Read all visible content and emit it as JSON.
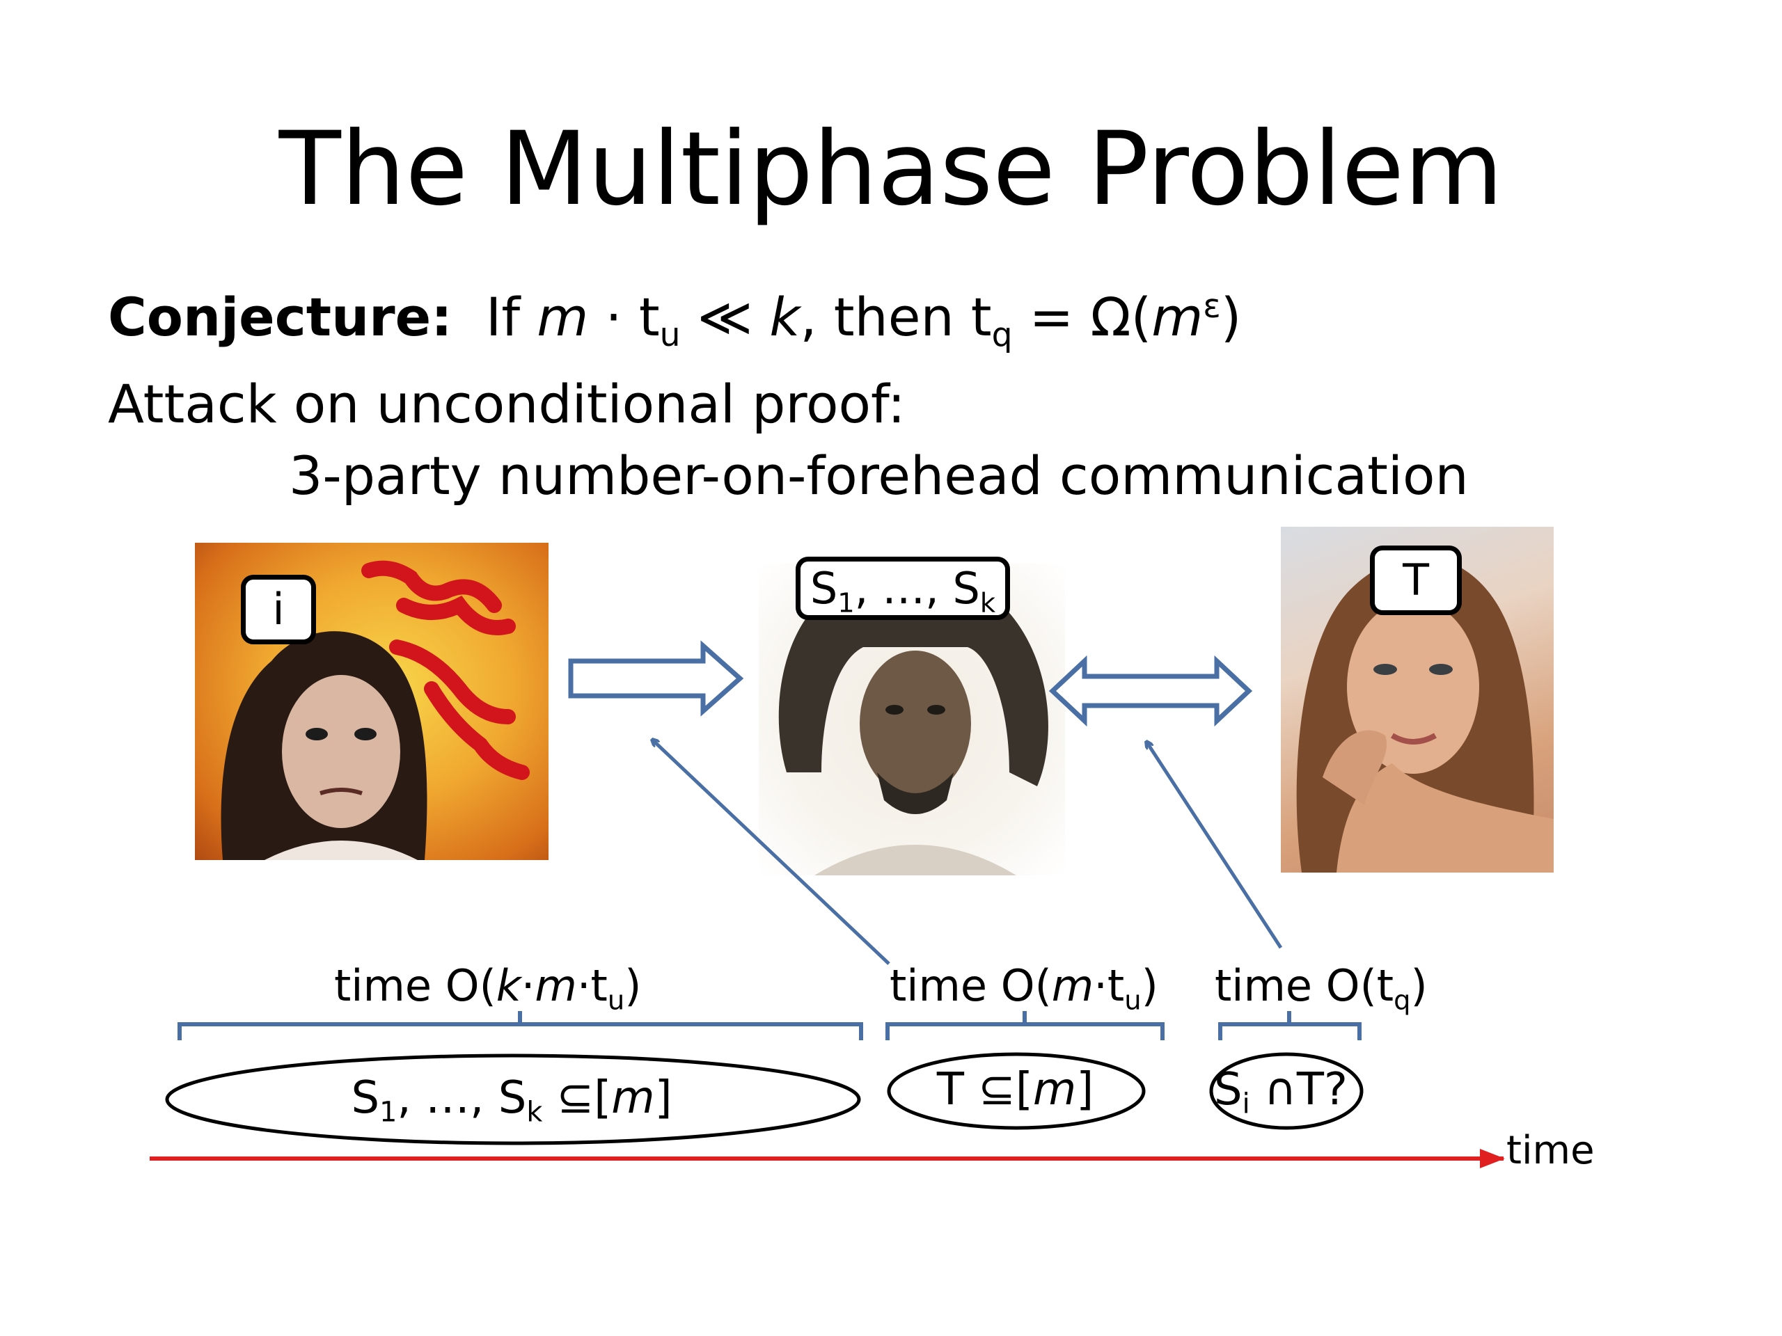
{
  "slide": {
    "title": "The Multiphase Problem",
    "conjecture": {
      "label": "Conjecture:",
      "if": "If",
      "m": "m",
      "dot": "·",
      "t": "t",
      "u": "u",
      "ll": "≪",
      "k": "k",
      "then": ", then t",
      "q": "q",
      "eq": " = Ω(",
      "eps": "ε",
      "close": ")"
    },
    "attack_line": "Attack on unconditional proof:",
    "nof_line": "3-party number-on-forehead communication",
    "boxes": {
      "i": "i",
      "s_prefix": "S",
      "s_sub1": "1",
      "s_mid": ", …, S",
      "s_subk": "k",
      "t": "T"
    },
    "phases": [
      {
        "time_prefix": "time O(",
        "k": "k",
        "dot1": "·",
        "m": "m",
        "dot2": "·t",
        "sub": "u",
        "close": ")",
        "ellipse_prefix": "S",
        "ellipse_sub1": "1",
        "ellipse_mid": ", …, S",
        "ellipse_subk": "k",
        "ellipse_rel": " ⊆[",
        "ellipse_m": "m",
        "ellipse_close": "]"
      },
      {
        "time_prefix": "time O(",
        "m": "m",
        "dot": "·t",
        "sub": "u",
        "close": ")",
        "ellipse_prefix": "T ⊆[",
        "ellipse_m": "m",
        "ellipse_close": "]"
      },
      {
        "time_prefix": "time O(t",
        "sub": "q",
        "close": ")",
        "ellipse_prefix": "S",
        "ellipse_sub": "i",
        "ellipse_rest": " ∩T?"
      }
    ],
    "axis_label": "time",
    "colors": {
      "arrow_blue": "#4a6fa5",
      "axis_red": "#e02020"
    }
  }
}
